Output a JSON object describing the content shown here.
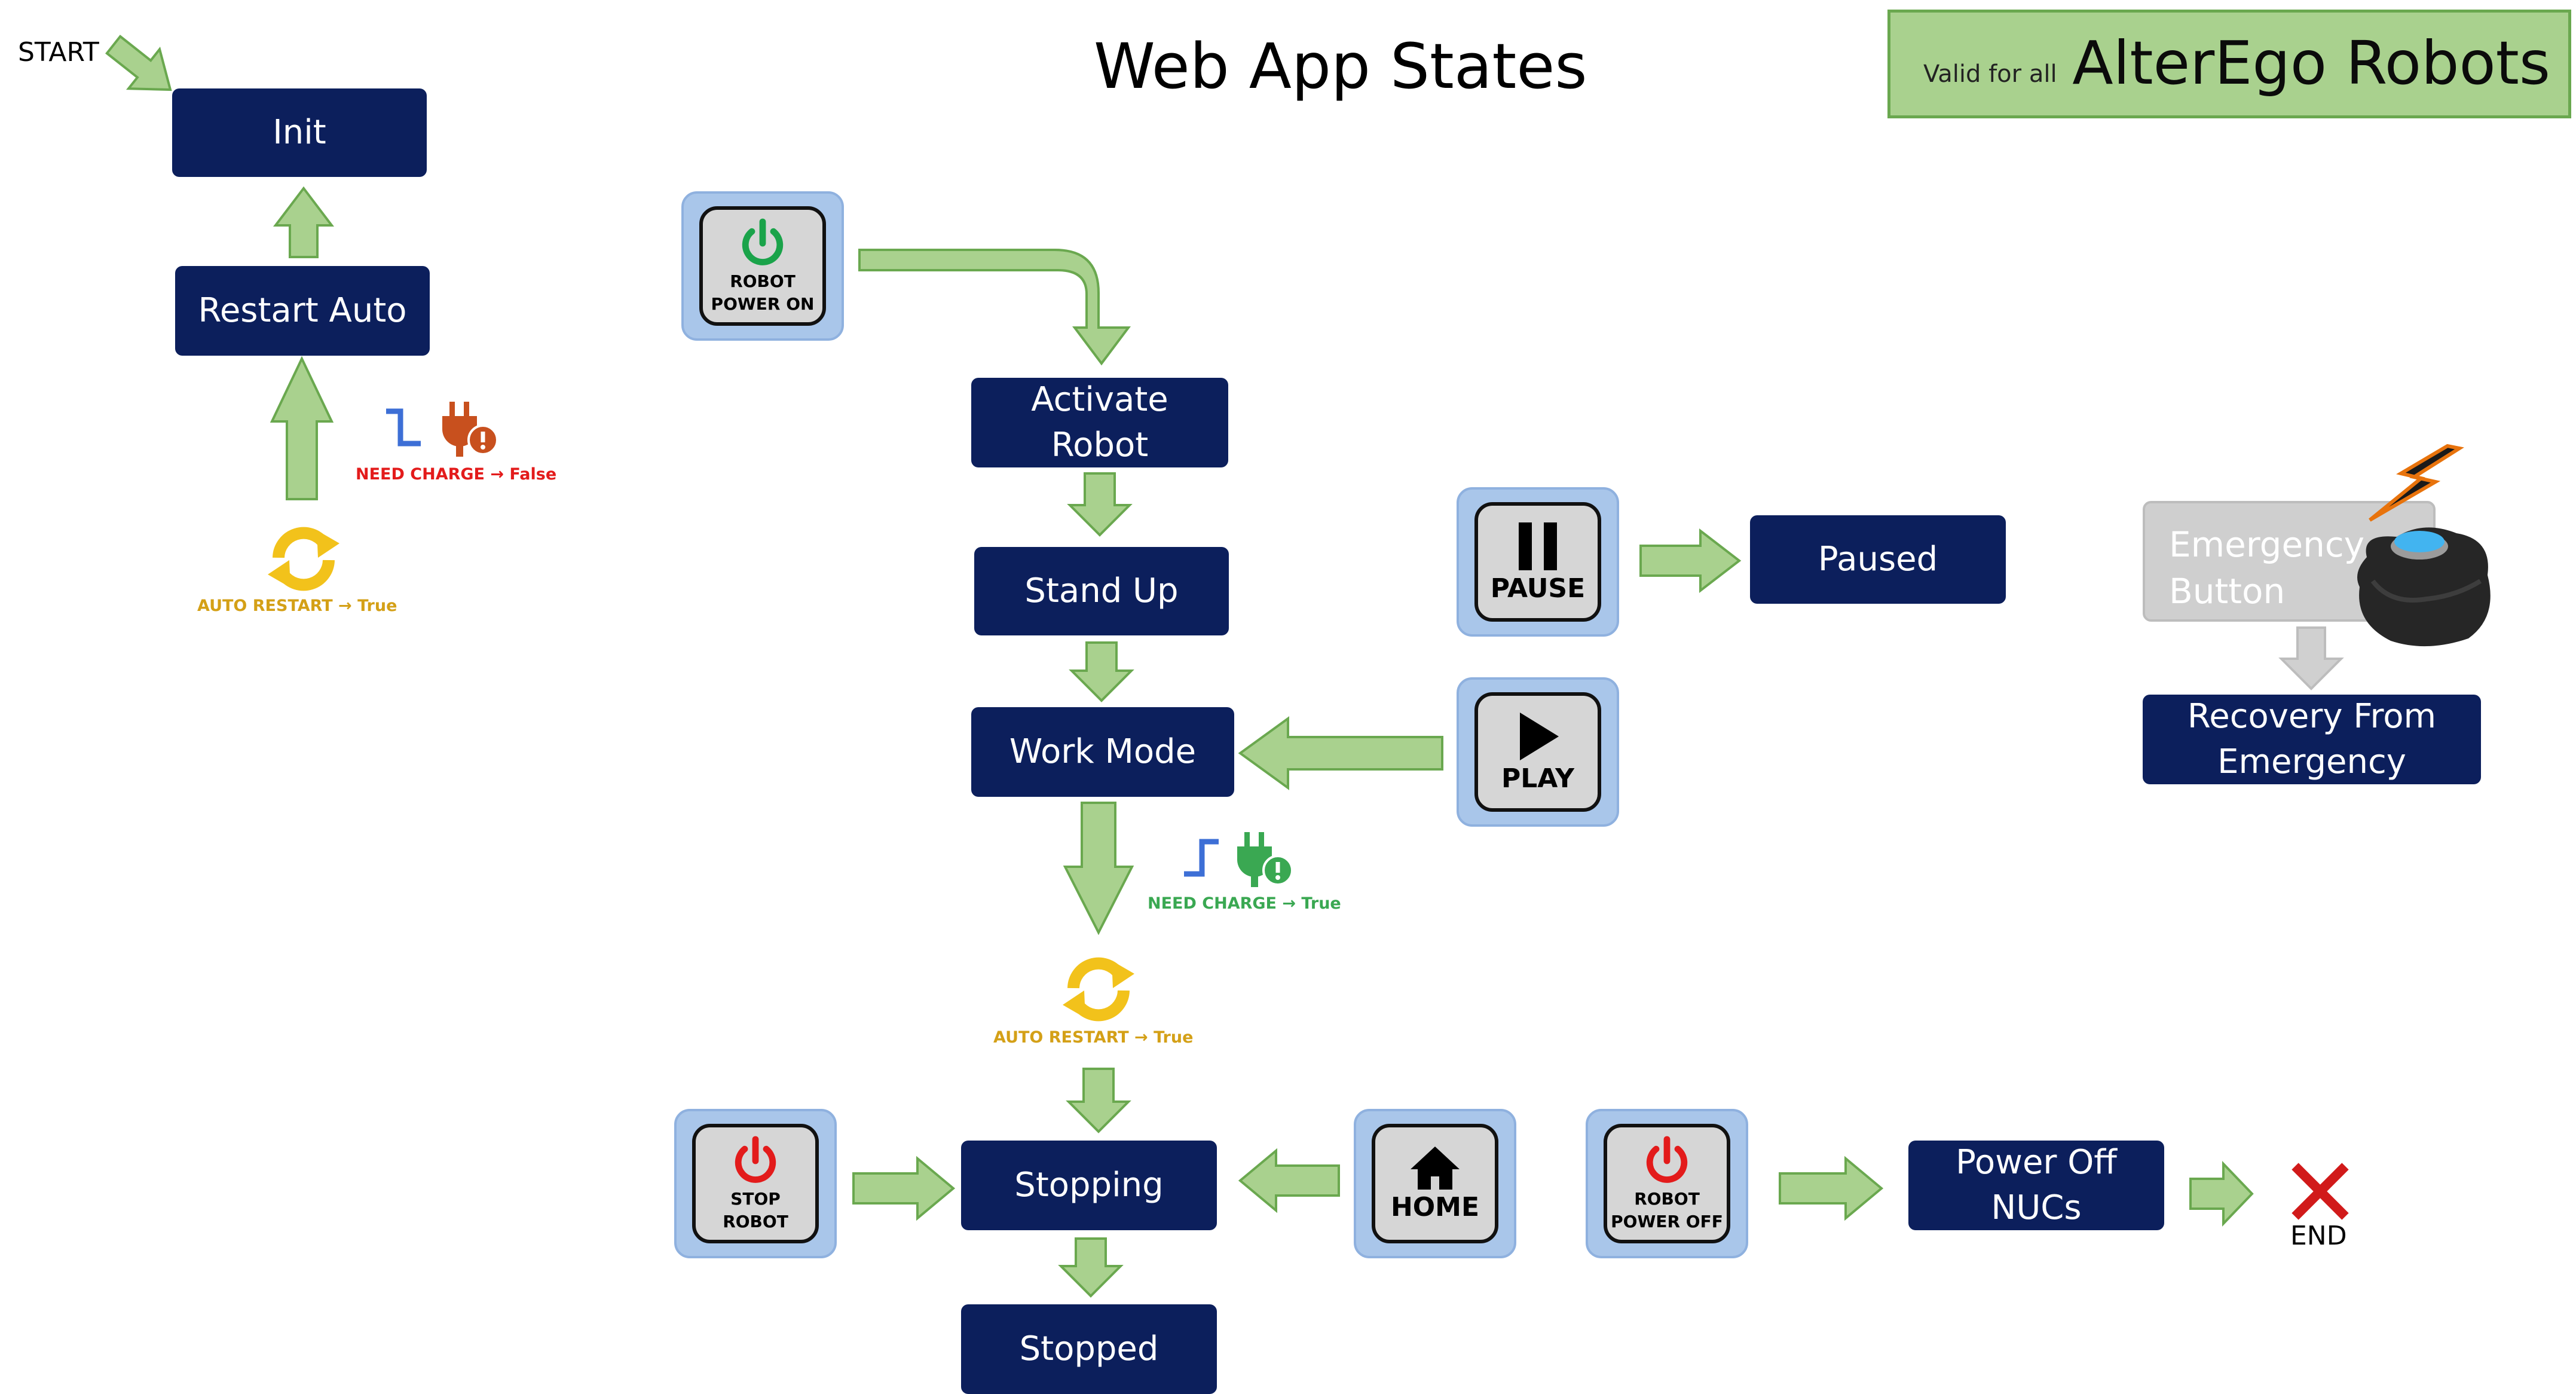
{
  "title": "Web App States",
  "banner": {
    "small_text": "Valid for all",
    "big_text": "AlterEgo Robots"
  },
  "start_label": "START",
  "end_label": "END",
  "colors": {
    "state_fill": "#0c1f5c",
    "arrow_fill": "#a9d18e",
    "arrow_stroke": "#6aa84f",
    "control_bg": "#a9c6ea",
    "power_on_green": "#1aa34a",
    "power_off_red": "#e31b1b",
    "need_charge_false": "#e31b1b",
    "need_charge_true": "#3aa852",
    "auto_restart": "#d4a017",
    "emergency_gray": "#cfcfcf"
  },
  "states": {
    "init": "Init",
    "restart_auto": "Restart Auto",
    "activate_robot": "Activate Robot",
    "stand_up": "Stand Up",
    "work_mode": "Work Mode",
    "paused": "Paused",
    "stopping": "Stopping",
    "stopped": "Stopped",
    "power_off_nucs": "Power Off\nNUCs",
    "recovery": "Recovery From\nEmergency"
  },
  "controls": {
    "robot_power_on": {
      "label": "ROBOT\nPOWER ON",
      "icon": "power-icon"
    },
    "pause": {
      "label": "PAUSE",
      "icon": "pause-icon"
    },
    "play": {
      "label": "PLAY",
      "icon": "play-icon"
    },
    "stop_robot": {
      "label": "STOP\nROBOT",
      "icon": "power-icon"
    },
    "home": {
      "label": "HOME",
      "icon": "home-icon"
    },
    "robot_power_off": {
      "label": "ROBOT\nPOWER OFF",
      "icon": "power-icon"
    }
  },
  "emergency": {
    "label": "Emergency\nButton",
    "icons": [
      "lightning-icon",
      "emergency-stop-icon"
    ]
  },
  "conditions": {
    "need_charge_false": "NEED CHARGE → False",
    "need_charge_true": "NEED CHARGE → True",
    "auto_restart_top": "AUTO RESTART → True",
    "auto_restart_mid": "AUTO RESTART → True"
  }
}
